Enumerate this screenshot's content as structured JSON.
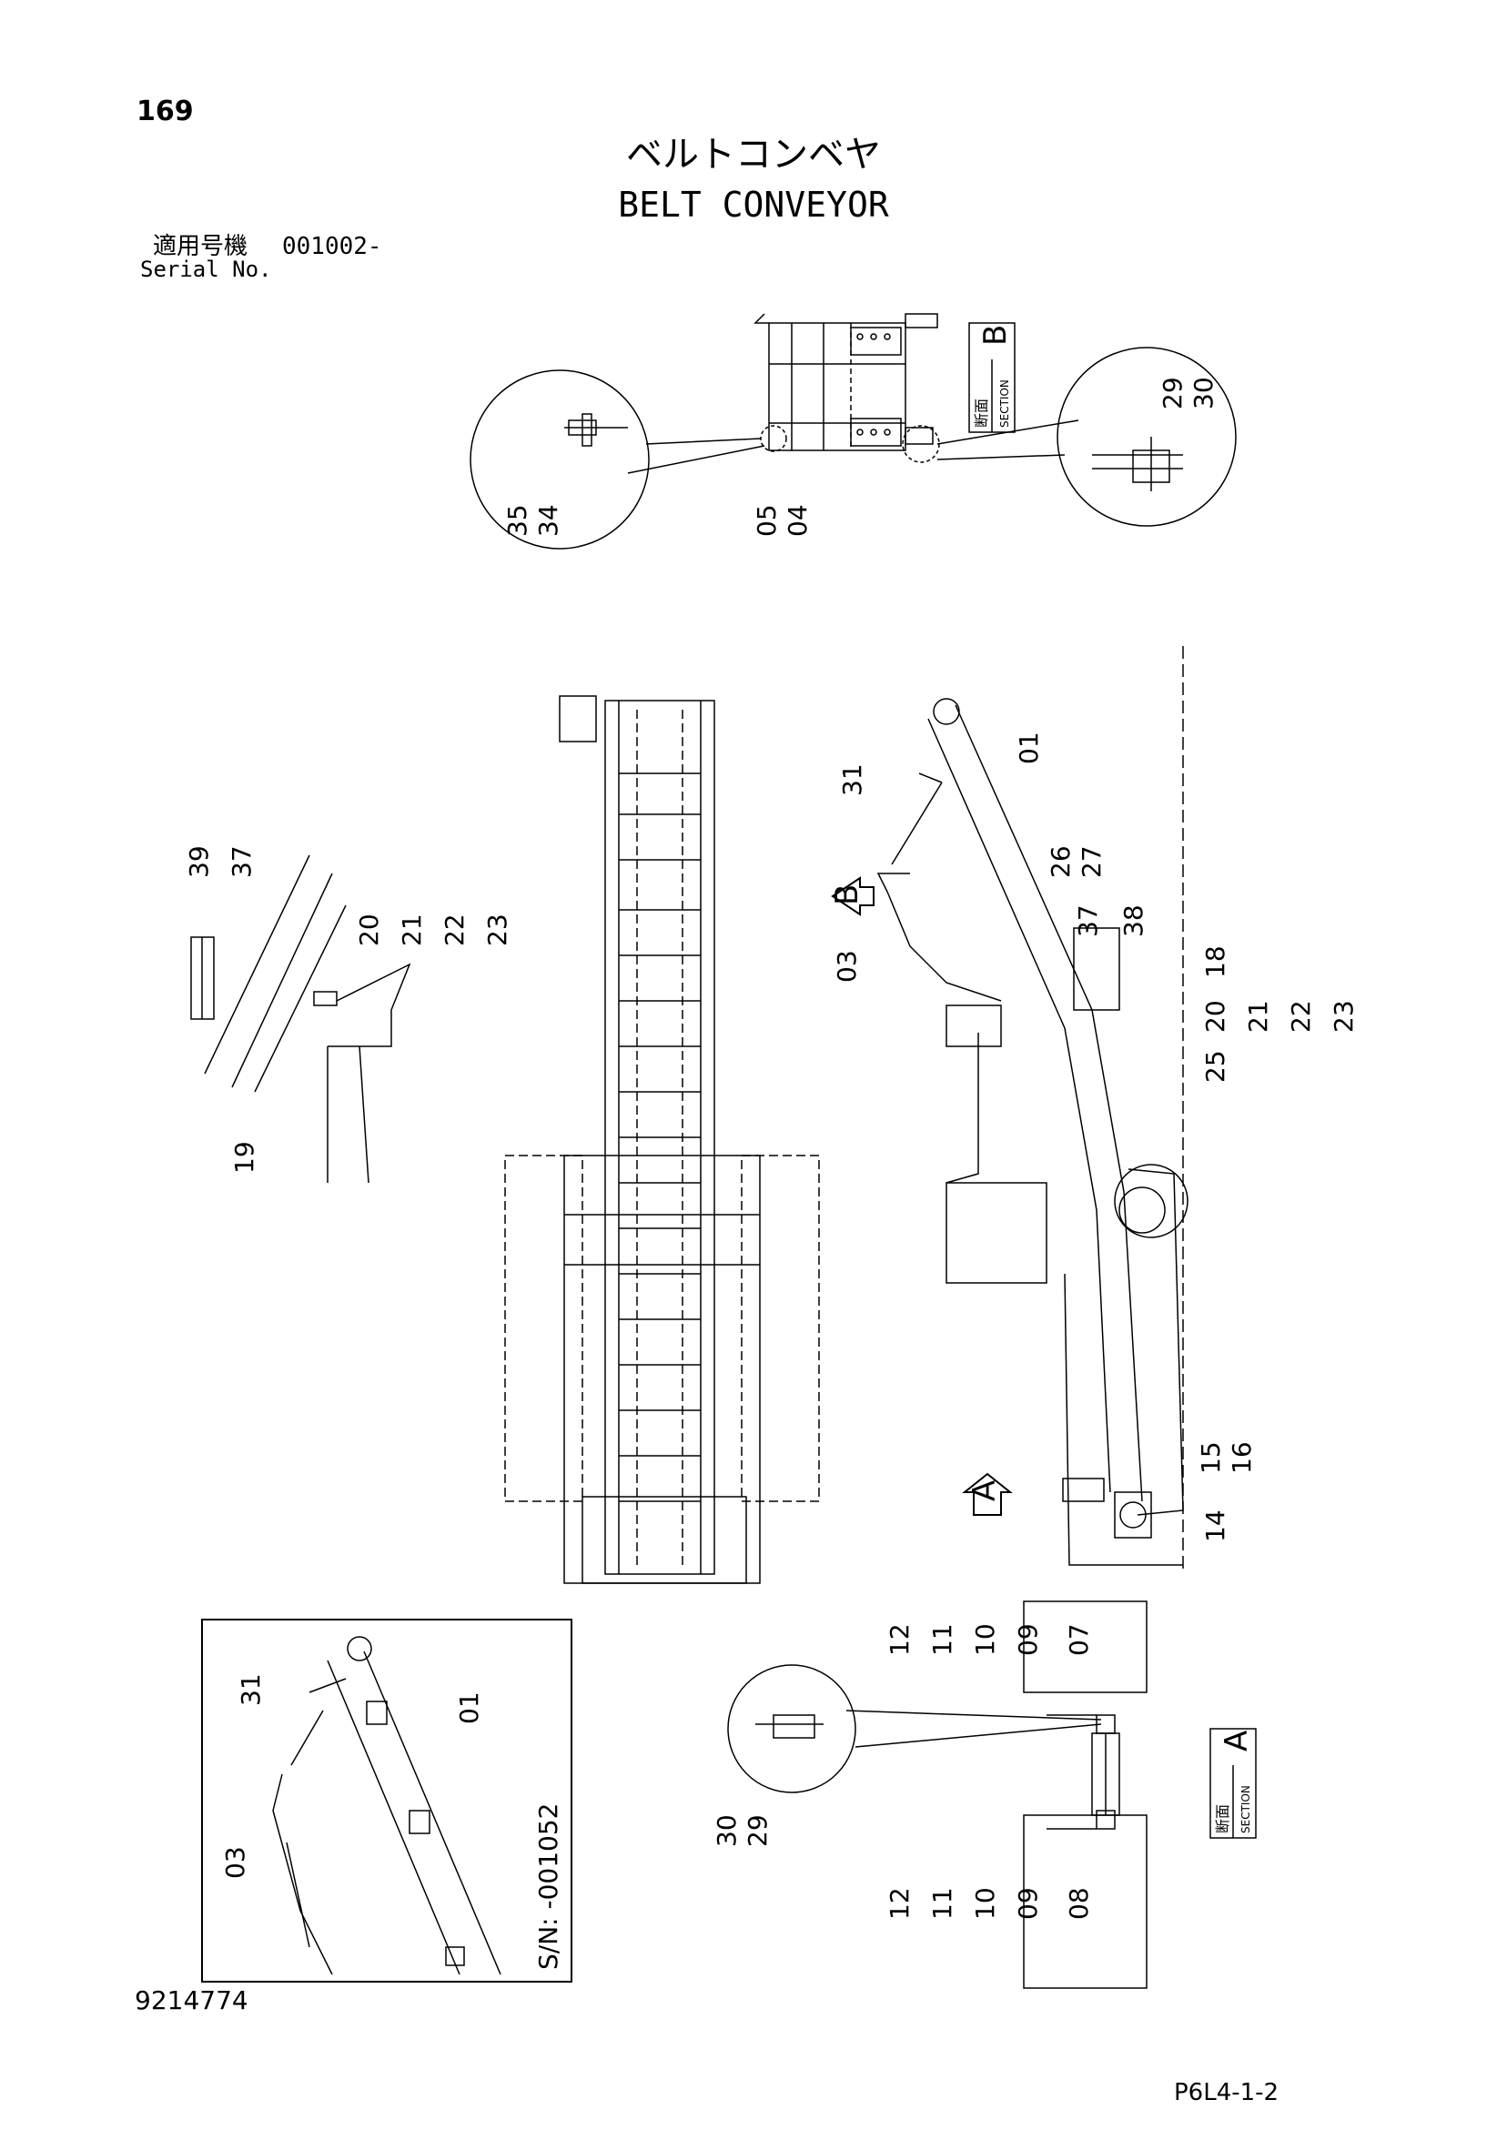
{
  "header": {
    "page_number": "169",
    "title_jp": "ベルトコンベヤ",
    "title_en": "BELT CONVEYOR",
    "serial_label_jp": "適用号機",
    "serial_value": "001002-",
    "serial_label_en": "Serial No."
  },
  "section_b": {
    "letter": "B",
    "label_jp": "断面",
    "label_en": "SECTION",
    "callouts": [
      "35",
      "34",
      "05",
      "04",
      "29",
      "30"
    ]
  },
  "side_view": {
    "callouts": [
      "01",
      "31",
      "26",
      "27",
      "37",
      "38",
      "03",
      "18",
      "20",
      "21",
      "22",
      "23",
      "25",
      "15",
      "16",
      "14"
    ],
    "arrow_b": "B",
    "arrow_a": "A"
  },
  "detail_left": {
    "callouts": [
      "39",
      "37",
      "20",
      "21",
      "22",
      "23",
      "19"
    ]
  },
  "inset": {
    "callouts": [
      "31",
      "01",
      "03"
    ],
    "serial_note": "S/N: -001052"
  },
  "section_a": {
    "letter": "A",
    "label_jp": "断面",
    "label_en": "SECTION",
    "callouts_top": [
      "12",
      "11",
      "10",
      "09",
      "07"
    ],
    "callouts_bottom": [
      "12",
      "11",
      "10",
      "09",
      "08"
    ],
    "callouts_circle": [
      "30",
      "29"
    ]
  },
  "footer": {
    "doc_number": "9214774",
    "page_ref": "P6L4-1-2"
  }
}
